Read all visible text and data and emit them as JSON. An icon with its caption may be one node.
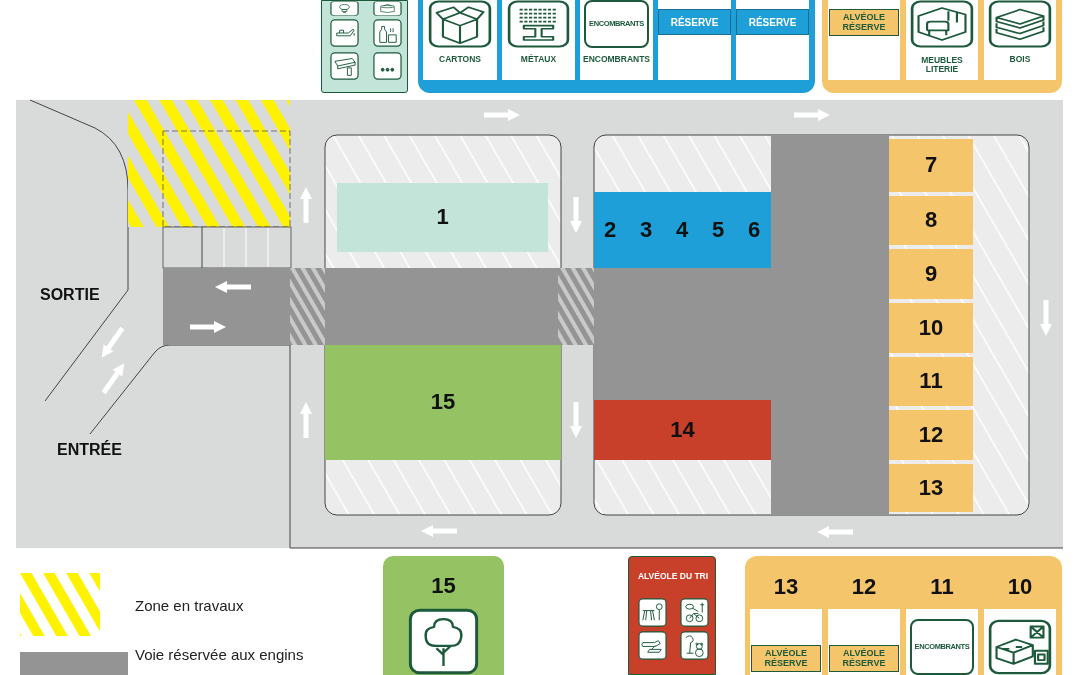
{
  "diagram": {
    "nodes": [
      {
        "text": [],
        "shape": "box"
      },
      {
        "text": [],
        "shape": "box"
      },
      {
        "text": [
          "CARTONS"
        ],
        "in": 1
      },
      {
        "text": [
          "MÉTAUX"
        ],
        "in": 1
      },
      {
        "text": [
          "ENCOMBRANTS",
          "ENCOMBRANTS"
        ],
        "in": 1
      },
      {
        "text": [
          "RÉSERVE"
        ],
        "in": 1
      },
      {
        "text": [
          "RÉSERVE"
        ],
        "in": 1
      },
      {
        "text": [],
        "shape": "box"
      },
      {
        "text": [
          "ALVÉOLE RÉSERVE"
        ],
        "in": 7
      },
      {
        "text": [
          "MEUBLES LITERIE"
        ],
        "in": 7
      },
      {
        "text": [
          "BOIS"
        ],
        "in": 7
      },
      {
        "text": [
          "1"
        ]
      },
      {
        "text": [
          "2",
          "3",
          "4",
          "5",
          "6"
        ]
      },
      {
        "text": [
          "7"
        ]
      },
      {
        "text": [
          "8"
        ]
      },
      {
        "text": [
          "9"
        ]
      },
      {
        "text": [
          "10"
        ]
      },
      {
        "text": [
          "11"
        ]
      },
      {
        "text": [
          "12"
        ]
      },
      {
        "text": [
          "13"
        ]
      },
      {
        "text": [
          "14"
        ]
      },
      {
        "text": [
          "15"
        ]
      },
      {
        "text": [
          "15"
        ]
      },
      {
        "text": [
          "ALVÉOLE DU TRI"
        ]
      },
      {
        "text": [],
        "shape": "box"
      },
      {
        "text": [
          "13",
          "ALVÉOLE RÉSERVE"
        ],
        "in": 24
      },
      {
        "text": [
          "12",
          "ALVÉOLE RÉSERVE"
        ],
        "in": 24
      },
      {
        "text": [
          "11",
          "ENCOMBRANTS"
        ],
        "in": 24
      },
      {
        "text": [
          "10"
        ],
        "in": 24
      }
    ],
    "labels": [
      "SORTIE",
      "ENTRÉE"
    ],
    "legend": [
      {
        "text": "Zone en travaux"
      },
      {
        "text": "Voie réservée aux engins",
        "color": "#949494"
      }
    ]
  }
}
